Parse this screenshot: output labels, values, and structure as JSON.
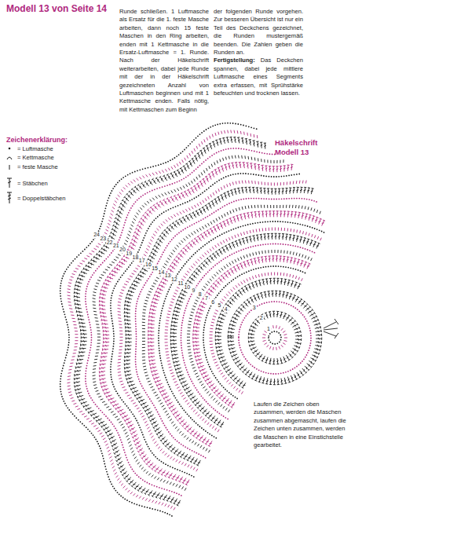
{
  "diagram": {
    "title": "Modell 13 von Seite 14",
    "labels": [
      "Runde schließen. 1 Luftmasche als Ersatz für die 1. feste Masche arbeiten, dann noch 15 feste Maschen in den Ring arbeiten, enden mit 1 Kettmasche in die Ersatz-Luftmasche = 1. Runde. Nach der Häkelschrift weiterarbeiten, dabei jede Runde mit der in der Häkelschrift gezeichneten Anzahl von Luftmaschen beginnen und mit 1 Kettmasche enden. Falls nötig, mit Kettmaschen zum Beginn",
      "der folgenden Runde vorgehen. Zur besseren Übersicht ist nur ein Teil des Deckchens gezeichnet, die Runden mustergemäß beenden. Die Zahlen geben die Runden an.",
      "Fertigstellung:",
      "Das Deckchen spannen, dabei jede mittlere Luftmasche eines Segments extra erfassen, mit Sprühstärke befeuchten und trocknen lassen.",
      "Zeichenerklärung:",
      "Häkelschrift Modell 13",
      "Laufen die Zeichen oben zusammen, werden die Maschen zusammen abgemascht, laufen die Zeichen unten zusammen, werden die Maschen in eine Einstichstelle gearbeitet.",
      "1",
      "2",
      "3",
      "4",
      "5",
      "6",
      "7",
      "8",
      "9",
      "10",
      "11",
      "12",
      "13",
      "14",
      "15",
      "16",
      "17",
      "18",
      "19",
      "20",
      "21",
      "22",
      "23",
      "24"
    ],
    "legend": [
      {
        "text": "= Luftmasche"
      },
      {
        "text": "= Kettmasche"
      },
      {
        "text": "= feste Masche"
      },
      {
        "text": "= Stäbchen"
      },
      {
        "text": "= Doppelstäbchen"
      }
    ]
  }
}
